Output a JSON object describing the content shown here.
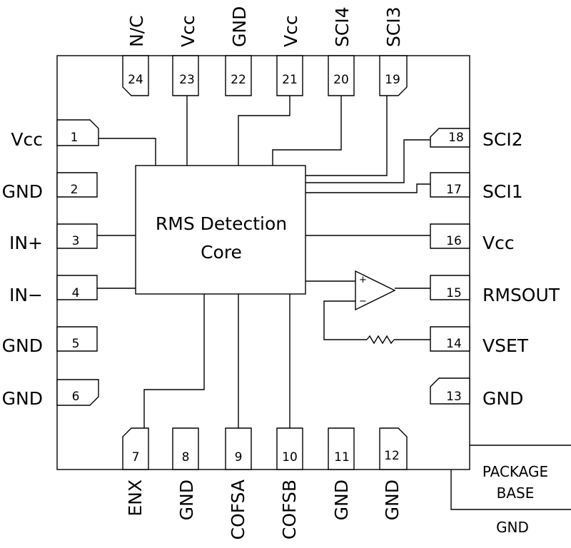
{
  "core": {
    "line1": "RMS  Detection",
    "line2": "Core"
  },
  "pins": [
    {
      "num": "1",
      "label": "Vcc"
    },
    {
      "num": "2",
      "label": "GND"
    },
    {
      "num": "3",
      "label": "IN+"
    },
    {
      "num": "4",
      "label": "IN−"
    },
    {
      "num": "5",
      "label": "GND"
    },
    {
      "num": "6",
      "label": "GND"
    },
    {
      "num": "7",
      "label": "ENX"
    },
    {
      "num": "8",
      "label": "GND"
    },
    {
      "num": "9",
      "label": "COFSA"
    },
    {
      "num": "10",
      "label": "COFSB"
    },
    {
      "num": "11",
      "label": "GND"
    },
    {
      "num": "12",
      "label": "GND"
    },
    {
      "num": "13",
      "label": "GND"
    },
    {
      "num": "14",
      "label": "VSET"
    },
    {
      "num": "15",
      "label": "RMSOUT"
    },
    {
      "num": "16",
      "label": "Vcc"
    },
    {
      "num": "17",
      "label": "SCI1"
    },
    {
      "num": "18",
      "label": "SCI2"
    },
    {
      "num": "19",
      "label": "SCI3"
    },
    {
      "num": "20",
      "label": "SCI4"
    },
    {
      "num": "21",
      "label": "Vcc"
    },
    {
      "num": "22",
      "label": "GND"
    },
    {
      "num": "23",
      "label": "Vcc"
    },
    {
      "num": "24",
      "label": "N/C"
    }
  ],
  "opamp": {
    "plus": "+",
    "minus": "−"
  },
  "package_base": {
    "line1": "PACKAGE",
    "line2": "BASE",
    "gnd": "GND"
  }
}
